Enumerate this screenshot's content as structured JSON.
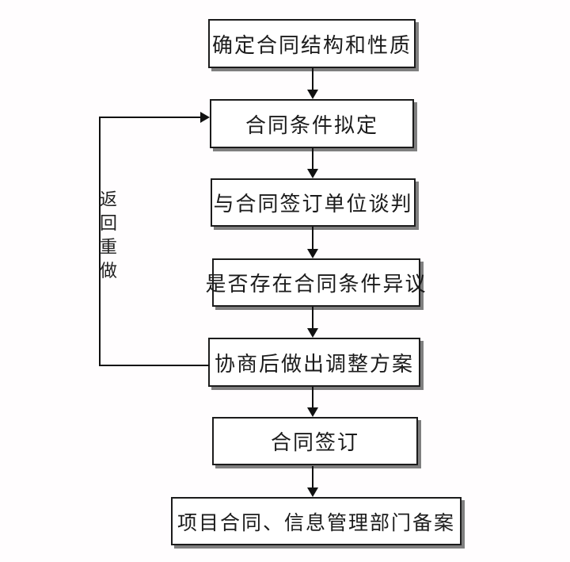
{
  "flowchart": {
    "nodes": [
      {
        "id": "node-1",
        "label": "确定合同结构和性质"
      },
      {
        "id": "node-2",
        "label": "合同条件拟定"
      },
      {
        "id": "node-3",
        "label": "与合同签订单位谈判"
      },
      {
        "id": "node-4",
        "label": "是否存在合同条件异议"
      },
      {
        "id": "node-5",
        "label": "协商后做出调整方案"
      },
      {
        "id": "node-6",
        "label": "合同签订"
      },
      {
        "id": "node-7",
        "label": "项目合同、信息管理部门备案"
      }
    ],
    "loop_label": "返回重做",
    "colors": {
      "background": "#ffffff",
      "box_border": "#1c1c1c",
      "box_shadow": "#7f7f7f",
      "line": "#111111",
      "text": "#1b1b1b"
    }
  }
}
